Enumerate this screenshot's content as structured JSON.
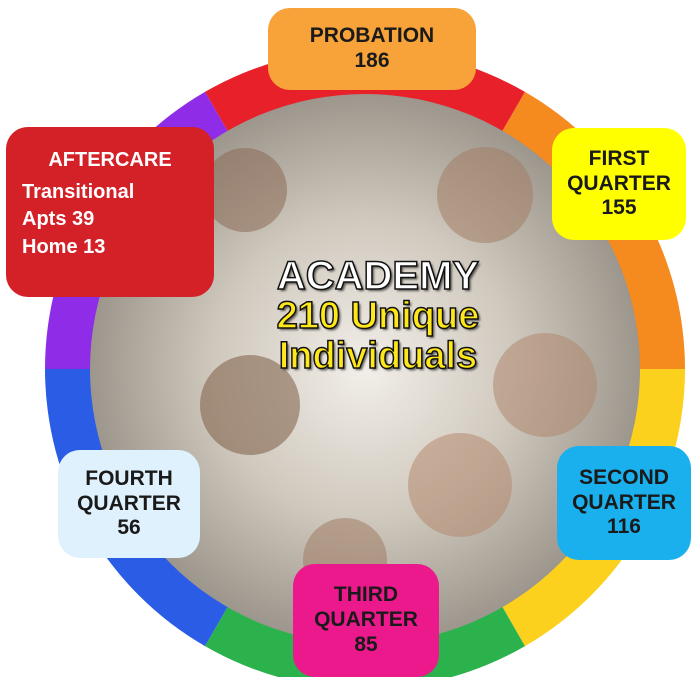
{
  "center": {
    "title": "ACADEMY",
    "line1": "210 Unique",
    "line2": "Individuals"
  },
  "nodes": {
    "probation": {
      "label": "PROBATION",
      "count": "186",
      "color": "#f7a33a"
    },
    "first": {
      "label1": "FIRST",
      "label2": "QUARTER",
      "count": "155",
      "color": "#ffff00"
    },
    "second": {
      "label1": "SECOND",
      "label2": "QUARTER",
      "count": "116",
      "color": "#1ab0ee"
    },
    "third": {
      "label1": "THIRD",
      "label2": "QUARTER",
      "count": "85",
      "color": "#ec198c"
    },
    "fourth": {
      "label1": "FOURTH",
      "label2": "QUARTER",
      "count": "56",
      "color": "#dff1fc"
    },
    "aftercare": {
      "label": "AFTERCARE",
      "line1": "Transitional",
      "line2": "Apts  39",
      "line3": "Home  13",
      "color": "#d42027"
    }
  },
  "ring_colors": [
    "#e8202a",
    "#f58a1f",
    "#fbd11d",
    "#2bb24c",
    "#2b5ce6",
    "#8e2ce8"
  ]
}
